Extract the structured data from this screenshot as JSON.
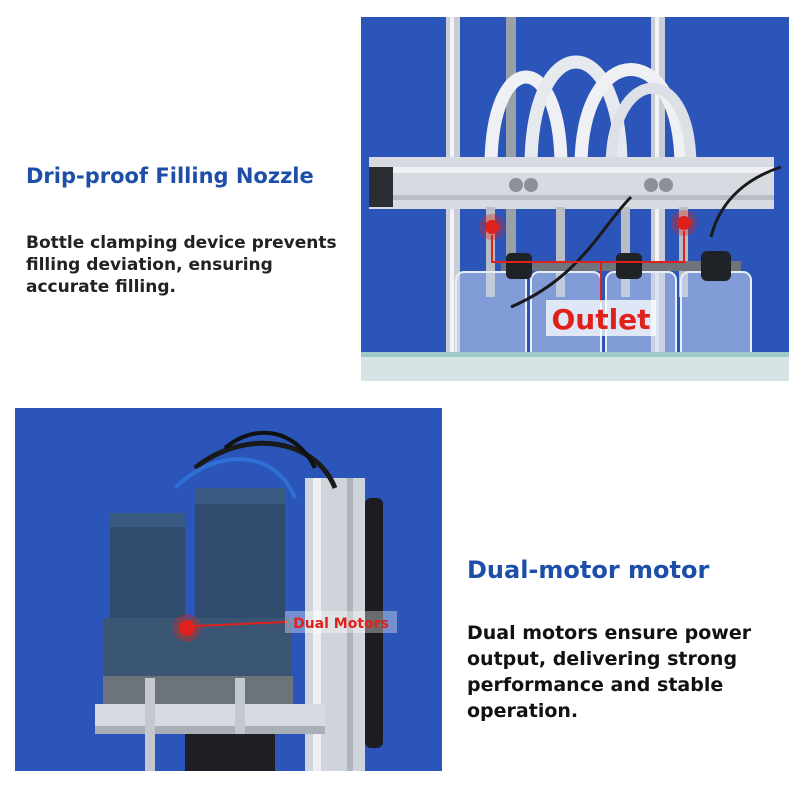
{
  "section1": {
    "title": "Drip-proof Filling Nozzle",
    "description": "Bottle clamping device prevents filling deviation, ensuring accurate filling.",
    "photo_label": "Outlet"
  },
  "section2": {
    "title": "Dual-motor motor",
    "description": "Dual motors ensure power output, delivering strong performance and stable operation.",
    "photo_label": "Dual Motors"
  },
  "colors": {
    "title_blue": "#1d4fa8",
    "photo_blue": "#2b55b8",
    "label_red": "#e0211b"
  }
}
